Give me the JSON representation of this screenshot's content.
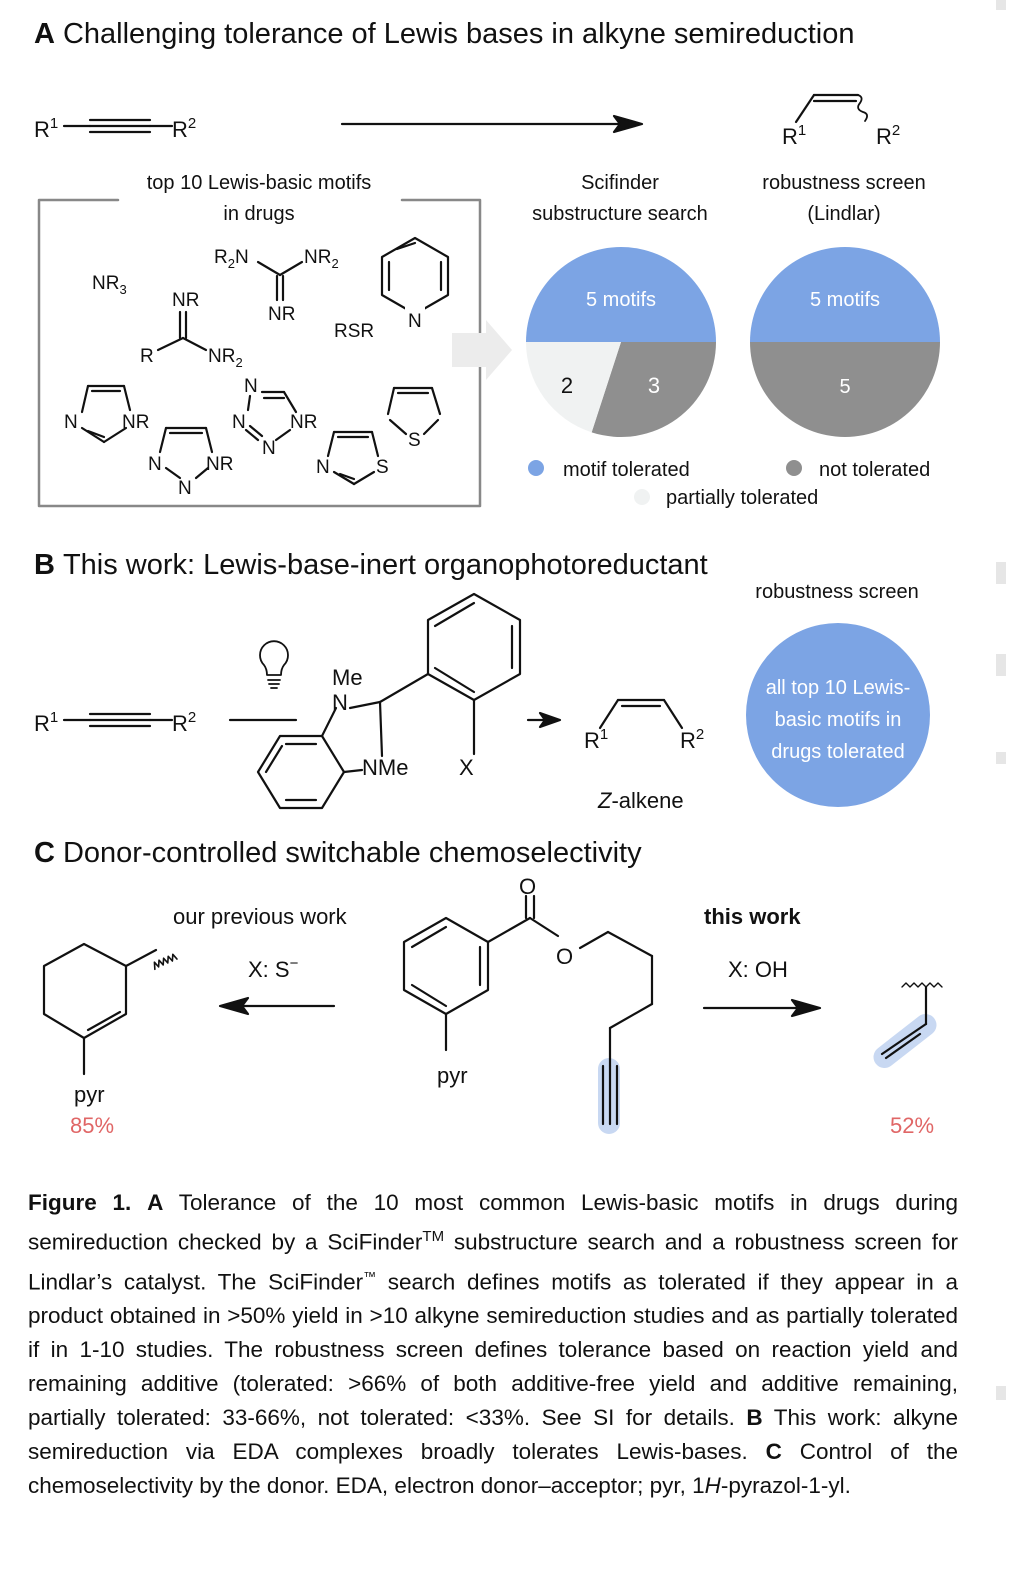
{
  "colors": {
    "tolerated": "#7ca4e4",
    "not_tolerated": "#8f8f8f",
    "partial": "#f0f2f2",
    "highlight": "#c8d8f2",
    "yield": "#e06666"
  },
  "panelA": {
    "title_letter": "A",
    "title": "Challenging tolerance of Lewis bases in alkyne semireduction",
    "r1": "R",
    "r1_sup": "1",
    "r2": "R",
    "r2_sup": "2",
    "box_title_line1": "top 10 Lewis-basic motifs",
    "box_title_line2": "in drugs",
    "motifs": {
      "nr3": "NR",
      "nr3_sub": "3",
      "r2n": "R",
      "r2n_sub": "2",
      "r2n_n": "N",
      "nr2_top": "NR",
      "nr2_top_sub": "2",
      "nr_guan": "NR",
      "nr_amid": "NR",
      "r_amid": "R",
      "nr2_amid": "NR",
      "nr2_amid_sub": "2",
      "rsr": "RSR",
      "pyr_n": "N",
      "imid_n": "N",
      "imid_nr": "NR",
      "triaz_n1": "N",
      "triaz_n2": "N",
      "triaz_nr": "NR",
      "tetr_n1": "N",
      "tetr_n2": "N",
      "tetr_n3": "N",
      "tetr_nr": "NR",
      "thiaz_n": "N",
      "thiaz_s": "S",
      "thioph_s": "S"
    },
    "scifinder_line1": "Scifinder",
    "scifinder_line2": "substructure search",
    "robust_line1": "robustness screen",
    "robust_line2": "(Lindlar)",
    "pie1": {
      "tolerated": 5,
      "partial": 2,
      "not_tolerated": 3,
      "label_top": "5 motifs",
      "label_partial": "2",
      "label_not": "3"
    },
    "pie2": {
      "tolerated": 5,
      "not_tolerated": 5,
      "label_top": "5 motifs",
      "label_not": "5"
    },
    "legend": {
      "tolerated": "motif tolerated",
      "not_tolerated": "not tolerated",
      "partial": "partially tolerated"
    }
  },
  "panelB": {
    "title_letter": "B",
    "title": "This work: Lewis-base-inert organophotoreductant",
    "robust_label": "robustness screen",
    "circle_line1": "all top 10 Lewis-",
    "circle_line2": "basic motifs in",
    "circle_line3": "drugs tolerated",
    "me": "Me",
    "n_top": "N",
    "nme": "NMe",
    "x": "X",
    "zalkene_z": "Z",
    "zalkene_rest": "-alkene",
    "r1": "R",
    "r1_sup": "1",
    "r2": "R",
    "r2_sup": "2"
  },
  "panelC": {
    "title_letter": "C",
    "title": "Donor-controlled switchable chemoselectivity",
    "prev_work": "our previous work",
    "x_left": "X: S",
    "x_left_sup": "−",
    "this_work": "this work",
    "x_right": "X: OH",
    "o_carbonyl": "O",
    "o_ester": "O",
    "pyr_left": "pyr",
    "pyr_center": "pyr",
    "yield_left": "85%",
    "yield_right": "52%"
  },
  "caption": {
    "fig_label": "Figure 1.",
    "a_letter": "A",
    "a_text1": " Tolerance of the 10 most common Lewis-basic motifs in drugs during semireduction checked by a SciFinder",
    "tm1": "TM",
    "a_text2": " substructure search and a robustness screen for Lindlar’s catalyst. The SciFinder",
    "tm2": "™",
    "a_text3": " search defines motifs as tolerated if they appear in a product obtained in >50% yield in >10 alkyne semireduction studies and as partially tolerated if in 1‐10 studies. The robustness screen defines tolerance based on reaction yield and remaining additive (tolerated: >66% of both additive-free yield and additive remaining, partially tolerated: 33‐66%, not tolerated: <33%. See SI for details.",
    "b_letter": "B",
    "b_text": " This work: alkyne semireduction via EDA complexes broadly tolerates Lewis-bases.",
    "c_letter": "C",
    "c_text1": " Control of the chemoselectivity by the donor. EDA, electron donor–acceptor; pyr, 1",
    "c_italic": "H",
    "c_text2": "-pyrazol-1-yl."
  }
}
